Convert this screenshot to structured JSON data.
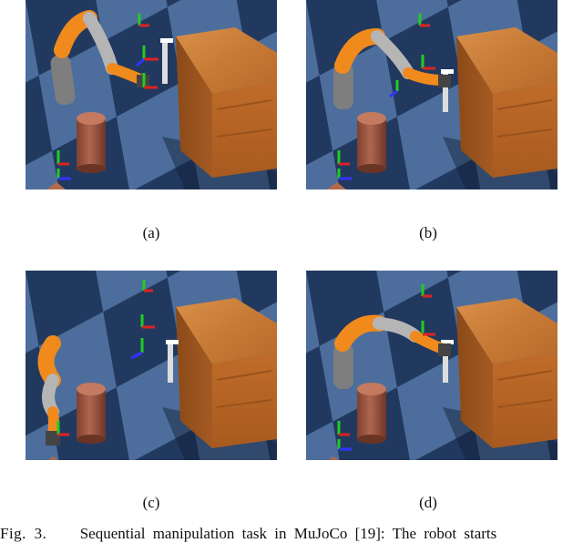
{
  "figure": {
    "panels": [
      {
        "id": "a",
        "label": "(a)"
      },
      {
        "id": "b",
        "label": "(b)"
      },
      {
        "id": "c",
        "label": "(c)"
      },
      {
        "id": "d",
        "label": "(d)"
      }
    ],
    "caption_prefix": "Fig. 3.",
    "caption_text": "Sequential manipulation task in MuJoCo [19]: The robot starts"
  },
  "colors": {
    "floor_light": "#4d6e9c",
    "floor_dark": "#20375e",
    "table_wood": "#c6772f",
    "cylinder": "#a35c45",
    "robot_orange": "#f08a1c",
    "robot_gray": "#8a8a8a"
  }
}
